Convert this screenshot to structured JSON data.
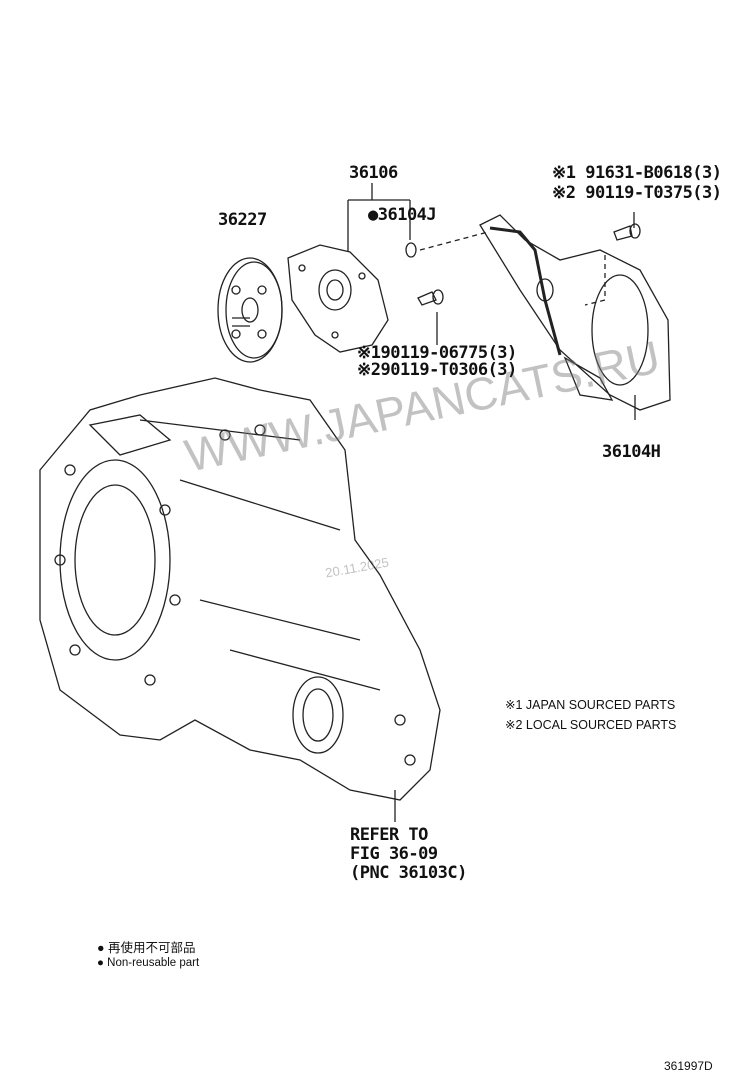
{
  "parts": {
    "p36106": "36106",
    "p36104J": "●36104J",
    "p36227": "36227",
    "p36104H": "36104H",
    "bolt_top_1": "※1 91631-B0618(3)",
    "bolt_top_2": "※2 90119-T0375(3)",
    "bolt_mid_1": "※190119-06775(3)",
    "bolt_mid_2": "※290119-T0306(3)"
  },
  "refer": {
    "line1": "REFER TO",
    "line2": "FIG 36-09",
    "line3": "(PNC 36103C)"
  },
  "legend": {
    "note1": "※1  JAPAN SOURCED PARTS",
    "note2": "※2  LOCAL SOURCED PARTS",
    "nonreusable_jp": "● 再使用不可部品",
    "nonreusable_en": "● Non-reusable part"
  },
  "watermark": {
    "site": "WWW.JAPANCATS.RU",
    "date": "20.11.2025"
  },
  "figure_id": "361997D"
}
